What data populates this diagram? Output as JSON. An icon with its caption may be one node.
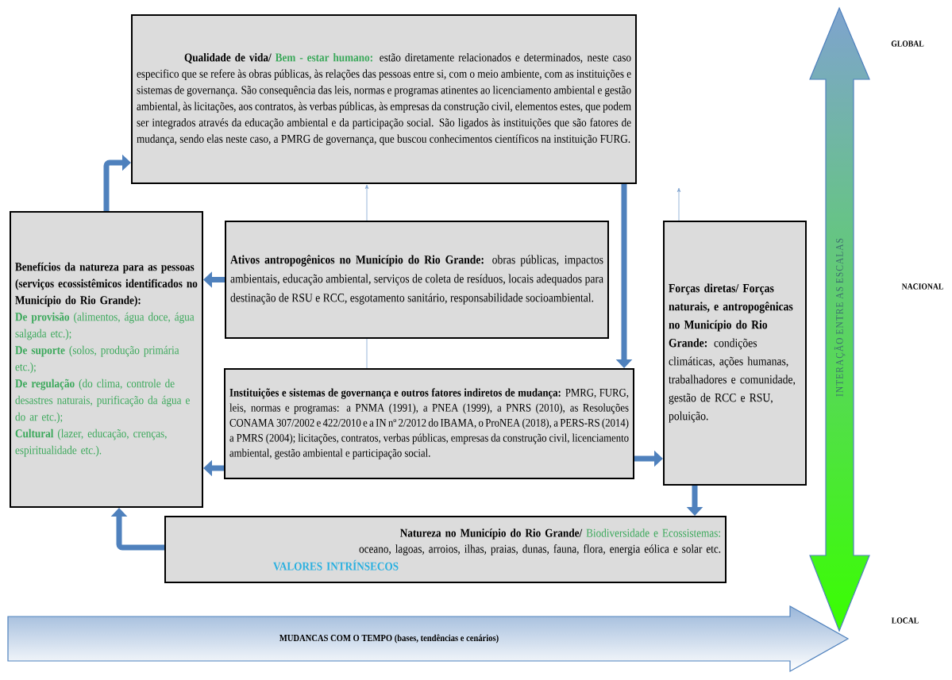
{
  "diagram": {
    "nodes": [
      {
        "text": [
          "Qualidade de vida/",
          "Bem - estar humano:",
          "estão diretamente relacionados e determinados, neste caso especifico que se refere às obras públicas, às relações das pessoas entre si, com o meio ambiente, com as instituições e sistemas de governança. São consequência das leis, normas e programas atinentes ao licenciamento ambiental e gestão ambiental, às licitações, aos contratos, às verbas públicas, às empresas da construção civil, elementos estes, que podem ser integrados através da educação ambiental e da participação social. São ligados às instituições que são fatores de mudança, sendo elas neste caso, a PMRG de governança, que buscou conhecimentos científicos na instituição FURG."
        ]
      },
      {
        "text": [
          "Benefícios da natureza para as pessoas (serviços ecossistêmicos identificados no Município do Rio Grande):",
          "**De provisão** (alimentos, água doce, água salgada etc.);",
          "**De suporte** (solos, produção primária etc.);",
          "**De regulação** (do clima, controle de desastres naturais, purificação da água e do ar etc.);",
          "**Cultural** (lazer, educação, crenças, espiritualidade etc.)."
        ]
      },
      {
        "text": [
          "Ativos antropogênicos no Município do Rio Grande:",
          "obras públicas, impactos ambientais, educação ambiental, serviços de coleta de resíduos, locais adequados para destinação de RSU e RCC, esgotamento sanitário, responsabilidade socioambiental."
        ]
      },
      {
        "text": [
          "Instituições e sistemas de governança e outros fatores indiretos de mudança:",
          "PMRG, FURG, leis, normas e programas: a PNMA (1991), a PNEA (1999), a PNRS (2010), as Resoluções CONAMA 307/2002 e 422/2010 e a IN nº 2/2012 do IBAMA, o ProNEA (2018), a PERS-RS (2014) a PMRS (2004); licitações, contratos, verbas públicas, empresas da construção civil, licenciamento ambiental, gestão ambiental e participação social."
        ]
      },
      {
        "text": [
          "Forças diretas/ Forças naturais, e antropogênicas no Município do Rio Grande:",
          "condições climáticas, ações humanas, trabalhadores e comunidade, gestão de RCC e RSU, poluição."
        ]
      },
      {
        "text": [
          "Natureza no Município do Rio Grande/",
          "Biodiversidade e Ecossistemas:",
          "oceano, lagoas, arroios, ilhas, praias, dunas, fauna, flora, energia eólica e solar etc.",
          "VALORES INTRÍNSECOS"
        ]
      },
      {
        "text": [
          "INTERAÇÃO ENTRE AS ESCALAS"
        ]
      },
      {
        "text": [
          "MUDANCAS COM O TEMPO (bases, tendências e cenários)"
        ]
      }
    ],
    "edges": [
      {
        "from": 1,
        "to": 0,
        "arrow": "to"
      },
      {
        "from": 2,
        "to": 1,
        "arrow": "to"
      },
      {
        "from": 3,
        "to": 1,
        "arrow": "to"
      },
      {
        "from": 0,
        "to": 3,
        "arrow": "to"
      },
      {
        "from": 3,
        "to": 4,
        "arrow": "to"
      },
      {
        "from": 4,
        "to": 5,
        "arrow": "to"
      },
      {
        "from": 5,
        "to": 1,
        "arrow": "to"
      },
      {
        "from": 2,
        "to": 0,
        "arrow": "to",
        "color": "#7fa3cf"
      },
      {
        "from": 3,
        "to": 2,
        "arrow": "none",
        "color": "#7fa3cf"
      },
      {
        "from": 4,
        "to": null,
        "arrow": "to",
        "color": "#7fa3cf"
      }
    ],
    "labels": [
      "GLOBAL",
      "NACIONAL",
      "LOCAL"
    ]
  }
}
